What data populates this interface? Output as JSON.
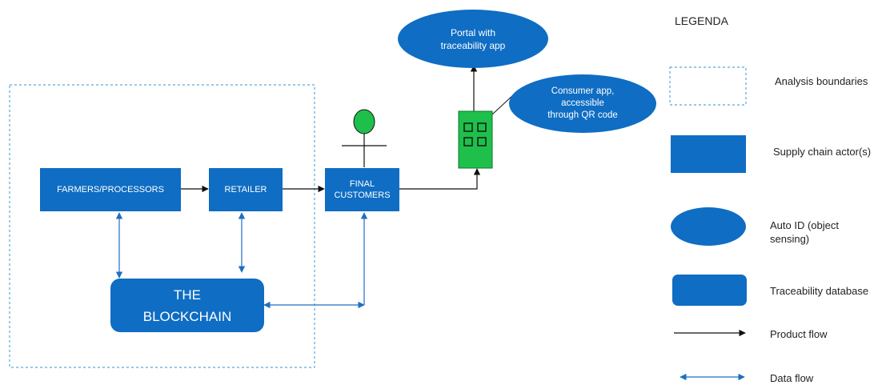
{
  "colors": {
    "actor_fill": "#0F6DC3",
    "boundary": "#5BA6DB",
    "data_flow": "#1E6FC0",
    "product_flow": "#111111",
    "device_green": "#1FBF4C"
  },
  "nodes": {
    "farmers": "FARMERS/PROCESSORS",
    "retailer": "RETAILER",
    "final_customers": "FINAL\nCUSTOMERS",
    "blockchain": "THE\nBLOCKCHAIN",
    "portal": "Portal with\ntraceability app",
    "consumer_app": "Consumer app,\naccessible\nthrough QR code"
  },
  "icons": {
    "customer": "person-icon",
    "device": "qr-phone-icon"
  },
  "legend": {
    "title": "LEGENDA",
    "items": [
      {
        "symbol": "dashed-rectangle",
        "label": "Analysis boundaries"
      },
      {
        "symbol": "blue-rectangle",
        "label": "Supply chain actor(s)"
      },
      {
        "symbol": "blue-ellipse",
        "label": "Auto ID (object\nsensing)"
      },
      {
        "symbol": "rounded-rectangle",
        "label": "Traceability database"
      },
      {
        "symbol": "black-arrow",
        "label": "Product flow"
      },
      {
        "symbol": "double-arrow",
        "label": "Data flow"
      }
    ]
  }
}
